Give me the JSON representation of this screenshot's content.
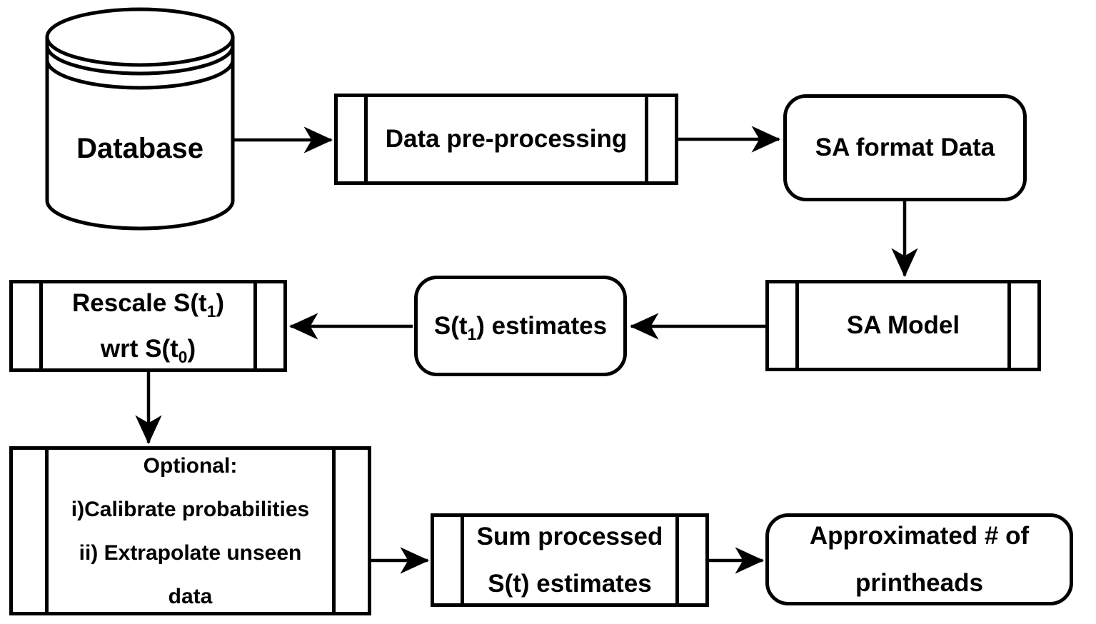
{
  "diagram": {
    "type": "flowchart",
    "colors": {
      "stroke": "#000000",
      "fill": "#ffffff",
      "text": "#000000"
    },
    "nodes": {
      "database": {
        "shape": "cylinder",
        "label": "Database"
      },
      "preprocess": {
        "shape": "predefined-process",
        "label": "Data pre-processing"
      },
      "sa_format": {
        "shape": "rounded-rect",
        "label": "SA format Data"
      },
      "sa_model": {
        "shape": "predefined-process",
        "label": "SA Model"
      },
      "estimates": {
        "shape": "rounded-rect",
        "pre": "S(t",
        "sub": "1",
        "post": ") estimates"
      },
      "rescale": {
        "shape": "predefined-process",
        "line1": {
          "pre": "Rescale S(t",
          "sub": "1",
          "post": ")"
        },
        "line2": {
          "pre": "wrt S(t",
          "sub": "0",
          "post": ")"
        }
      },
      "optional": {
        "shape": "predefined-process",
        "lines": [
          "Optional:",
          "i)Calibrate probabilities",
          "ii) Extrapolate unseen",
          "data"
        ]
      },
      "sum": {
        "shape": "predefined-process",
        "lines": [
          "Sum processed",
          "S(t) estimates"
        ]
      },
      "output": {
        "shape": "rounded-rect",
        "lines": [
          "Approximated # of",
          "printheads"
        ]
      }
    },
    "edges": [
      "database->preprocess",
      "preprocess->sa_format",
      "sa_format->sa_model",
      "sa_model->estimates",
      "estimates->rescale",
      "rescale->optional",
      "optional->sum",
      "sum->output"
    ]
  }
}
